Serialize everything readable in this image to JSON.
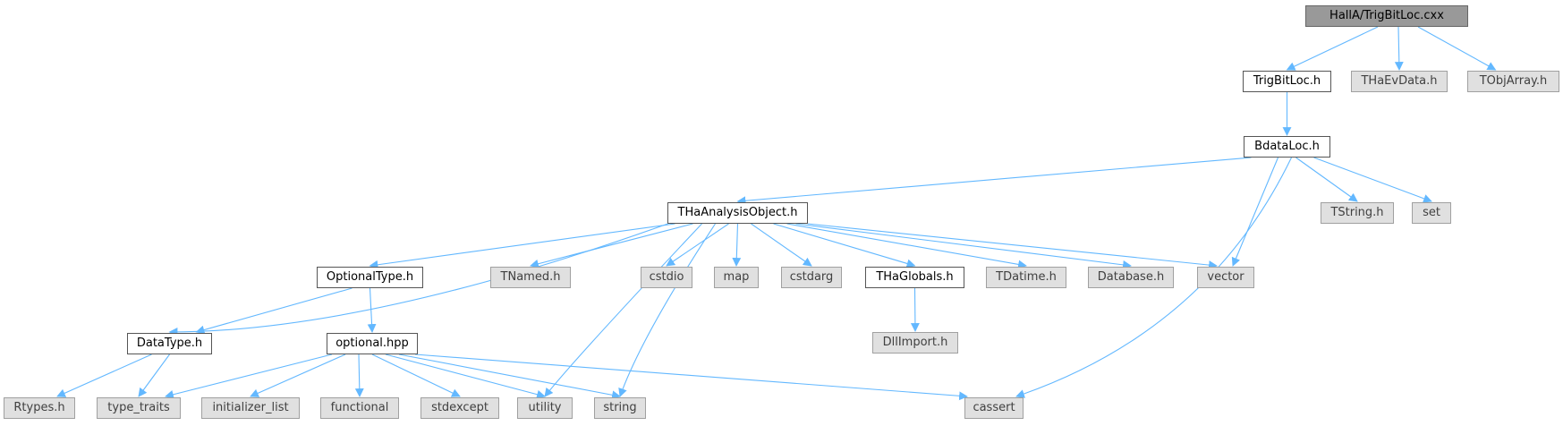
{
  "colors": {
    "edge": "#63b8ff",
    "root_fill": "#999999",
    "doc_fill": "#ffffff",
    "ext_fill": "#e0e0e0"
  },
  "nodes": {
    "root": "HallA/TrigBitLoc.cxx",
    "trigbitloc_h": "TrigBitLoc.h",
    "thaevdata_h": "THaEvData.h",
    "tobjarray_h": "TObjArray.h",
    "bdataloc_h": "BdataLoc.h",
    "thaanalysisobject_h": "THaAnalysisObject.h",
    "tstring_h": "TString.h",
    "set": "set",
    "optionaltype_h": "OptionalType.h",
    "tnamed_h": "TNamed.h",
    "cstdio": "cstdio",
    "map": "map",
    "cstdarg": "cstdarg",
    "thaglobals_h": "THaGlobals.h",
    "tdatime_h": "TDatime.h",
    "database_h": "Database.h",
    "vector": "vector",
    "datatype_h": "DataType.h",
    "optional_hpp": "optional.hpp",
    "dllimport_h": "DllImport.h",
    "rtypes_h": "Rtypes.h",
    "type_traits": "type_traits",
    "initializer_list": "initializer_list",
    "functional": "functional",
    "stdexcept": "stdexcept",
    "utility": "utility",
    "string": "string",
    "cassert": "cassert"
  }
}
